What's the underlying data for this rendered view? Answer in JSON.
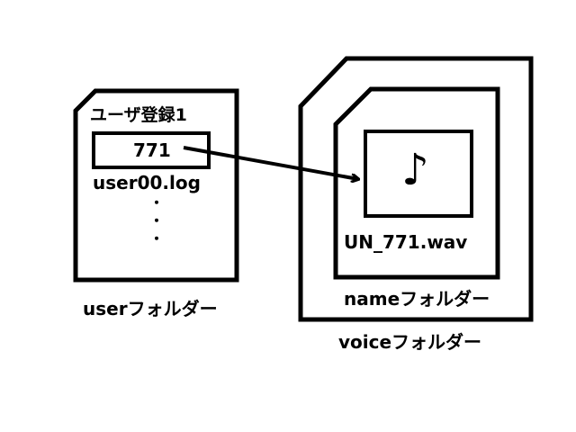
{
  "user_file": {
    "title": "ユーザ登録1",
    "value": "771",
    "filename": "user00.log",
    "ellipsis": [
      "・",
      "・",
      "・"
    ]
  },
  "user_folder": {
    "label": "userフォルダー"
  },
  "voice_file": {
    "icon": "music-note-icon",
    "glyph": "♪",
    "filename": "UN_771.wav"
  },
  "name_folder": {
    "label": "nameフォルダー"
  },
  "voice_folder": {
    "label": "voiceフォルダー"
  },
  "colors": {
    "stroke": "#000000",
    "background": "#ffffff"
  }
}
